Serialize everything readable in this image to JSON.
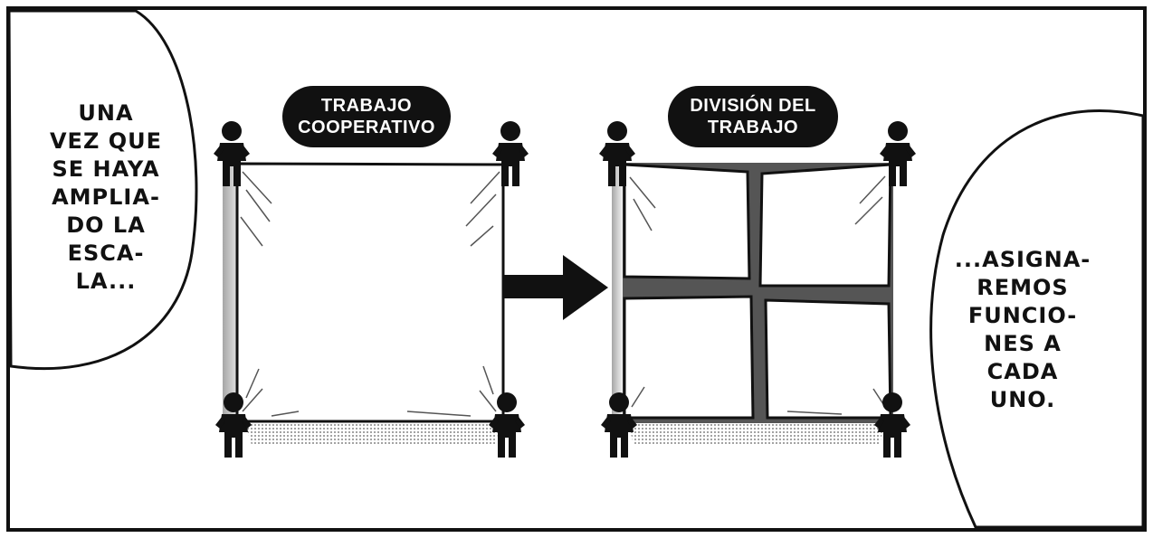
{
  "speech_bubbles": {
    "left": "UNA\nVEZ QUE\nSE HAYA\nAMPLIA-\nDO LA\nESCA-\nLA...",
    "right": "...ASIGNA-\nREMOS\nFUNCIO-\nNES A\nCADA\nUNO."
  },
  "labels": {
    "cooperative": [
      "TRABAJO",
      "COOPERATIVO"
    ],
    "division": [
      "DIVISIÓN DEL",
      "TRABAJO"
    ]
  }
}
